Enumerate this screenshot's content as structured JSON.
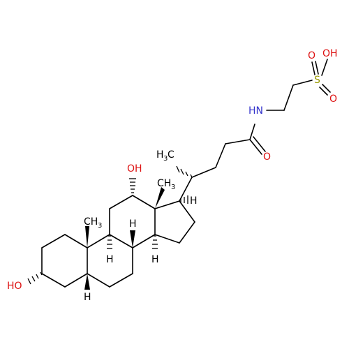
{
  "colors": {
    "carbon": "#000000",
    "nitrogen": "#3333cc",
    "oxygen": "#dd1111",
    "sulfur": "#999900",
    "background": "#ffffff"
  },
  "atoms": {
    "hydroxyl_top": "OH",
    "hydroxyl_left": "HO",
    "methyl_chain_h": "H",
    "methyl_chain_sub": "3",
    "methyl_chain_c": "C",
    "methyl_c13": "CH",
    "methyl_c13_sub": "3",
    "methyl_c10": "CH",
    "methyl_c10_sub": "3",
    "amide_nh": "HN",
    "amide_o": "O",
    "sulfur": "S",
    "sulfonyl_o_left": "O",
    "sulfonyl_o_right": "O",
    "sulfonic_oh": "OH",
    "h_c17": "H",
    "h_c14": "H",
    "h_c8": "H",
    "h_c9": "H",
    "h_c5": "H"
  }
}
